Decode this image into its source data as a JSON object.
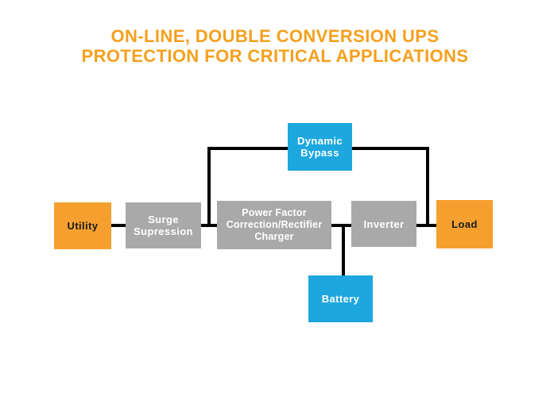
{
  "title": {
    "line1": "ON-LINE, DOUBLE CONVERSION UPS",
    "line2": "PROTECTION FOR CRITICAL APPLICATIONS"
  },
  "diagram": {
    "nodes": [
      {
        "id": "utility",
        "label": "Utility",
        "color": "orange"
      },
      {
        "id": "surge-supression",
        "lines": [
          "Surge",
          "Supression"
        ],
        "color": "gray"
      },
      {
        "id": "power-factor-correction-rectifier-charger",
        "lines": [
          "Power Factor",
          "Correction/Rectifier",
          "Charger"
        ],
        "color": "gray"
      },
      {
        "id": "inverter",
        "label": "Inverter",
        "color": "gray"
      },
      {
        "id": "load",
        "label": "Load",
        "color": "orange"
      },
      {
        "id": "dynamic-bypass",
        "lines": [
          "Dynamic",
          "Bypass"
        ],
        "color": "blue"
      },
      {
        "id": "battery",
        "label": "Battery",
        "color": "blue"
      }
    ],
    "connections": [
      "utility-to-surge-supression",
      "surge-supression-to-power-factor-correction-rectifier-charger",
      "power-factor-correction-rectifier-charger-to-inverter",
      "inverter-to-load",
      "bypass-branch-around-conversion-path",
      "battery-branch-from-dc-bus"
    ]
  },
  "colors": {
    "title_orange": "#F5A01E",
    "node_orange": "#F5A02E",
    "node_gray": "#A9A9A9",
    "node_blue": "#1CA7DF",
    "connector_black": "#000000",
    "background": "#FFFFFF",
    "text_on_orange": "#1A1A1A",
    "text_on_gray_blue": "#FFFFFF"
  }
}
